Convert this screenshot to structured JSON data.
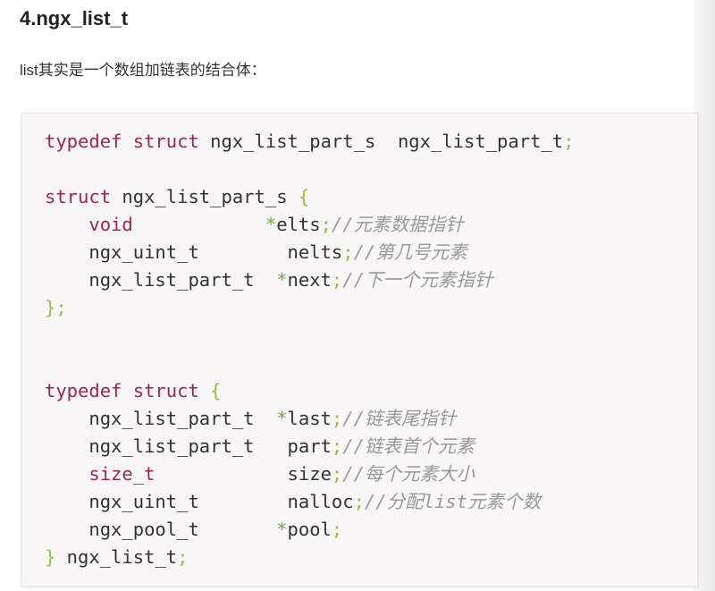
{
  "heading": "4.ngx_list_t",
  "intro": "list其实是一个数组加链表的结合体：",
  "code_lines": [
    [
      {
        "cls": "kw",
        "text": "typedef"
      },
      {
        "cls": "plain",
        "text": " "
      },
      {
        "cls": "kw",
        "text": "struct"
      },
      {
        "cls": "plain",
        "text": " ngx_list_part_s  ngx_list_part_t"
      },
      {
        "cls": "punct",
        "text": ";"
      }
    ],
    [],
    [
      {
        "cls": "kw",
        "text": "struct"
      },
      {
        "cls": "plain",
        "text": " ngx_list_part_s "
      },
      {
        "cls": "punct",
        "text": "{"
      }
    ],
    [
      {
        "cls": "plain",
        "text": "    "
      },
      {
        "cls": "kw",
        "text": "void"
      },
      {
        "cls": "plain",
        "text": "            "
      },
      {
        "cls": "ptr",
        "text": "*"
      },
      {
        "cls": "plain",
        "text": "elts"
      },
      {
        "cls": "punct",
        "text": ";"
      },
      {
        "cls": "cmt",
        "text": "//元素数据指针"
      }
    ],
    [
      {
        "cls": "plain",
        "text": "    ngx_uint_t        nelts"
      },
      {
        "cls": "punct",
        "text": ";"
      },
      {
        "cls": "cmt",
        "text": "//第几号元素"
      }
    ],
    [
      {
        "cls": "plain",
        "text": "    ngx_list_part_t  "
      },
      {
        "cls": "ptr",
        "text": "*"
      },
      {
        "cls": "plain",
        "text": "next"
      },
      {
        "cls": "punct",
        "text": ";"
      },
      {
        "cls": "cmt",
        "text": "//下一个元素指针"
      }
    ],
    [
      {
        "cls": "punct",
        "text": "};"
      }
    ],
    [],
    [],
    [
      {
        "cls": "kw",
        "text": "typedef"
      },
      {
        "cls": "plain",
        "text": " "
      },
      {
        "cls": "kw",
        "text": "struct"
      },
      {
        "cls": "plain",
        "text": " "
      },
      {
        "cls": "punct",
        "text": "{"
      }
    ],
    [
      {
        "cls": "plain",
        "text": "    ngx_list_part_t  "
      },
      {
        "cls": "ptr",
        "text": "*"
      },
      {
        "cls": "plain",
        "text": "last"
      },
      {
        "cls": "punct",
        "text": ";"
      },
      {
        "cls": "cmt",
        "text": "//链表尾指针"
      }
    ],
    [
      {
        "cls": "plain",
        "text": "    ngx_list_part_t   part"
      },
      {
        "cls": "punct",
        "text": ";"
      },
      {
        "cls": "cmt",
        "text": "//链表首个元素"
      }
    ],
    [
      {
        "cls": "plain",
        "text": "    "
      },
      {
        "cls": "kw",
        "text": "size_t"
      },
      {
        "cls": "plain",
        "text": "            size"
      },
      {
        "cls": "punct",
        "text": ";"
      },
      {
        "cls": "cmt",
        "text": "//每个元素大小"
      }
    ],
    [
      {
        "cls": "plain",
        "text": "    ngx_uint_t        nalloc"
      },
      {
        "cls": "punct",
        "text": ";"
      },
      {
        "cls": "cmt",
        "text": "//分配list元素个数"
      }
    ],
    [
      {
        "cls": "plain",
        "text": "    ngx_pool_t       "
      },
      {
        "cls": "ptr",
        "text": "*"
      },
      {
        "cls": "plain",
        "text": "pool"
      },
      {
        "cls": "punct",
        "text": ";"
      }
    ],
    [
      {
        "cls": "punct",
        "text": "}"
      },
      {
        "cls": "plain",
        "text": " ngx_list_t"
      },
      {
        "cls": "punct",
        "text": ";"
      }
    ]
  ]
}
